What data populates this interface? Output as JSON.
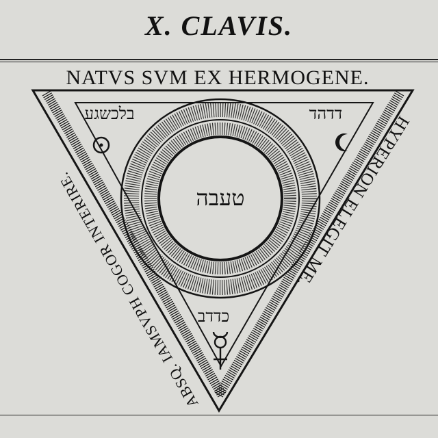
{
  "heading": "X. CLAVIS.",
  "top_motto": "NATVS SVM EX HERMOGENE.",
  "right_motto": "HYPERION ELEGIT ME.",
  "left_motto": "ABSQ. IAMSVPH COGOR INTERIRE.",
  "hebrew": {
    "top_left": "בלכשגע",
    "top_right": "דדהד",
    "center": "טעבה",
    "bottom": "כדדב"
  },
  "symbols": {
    "sun": "sun-symbol-icon",
    "moon": "crescent-moon-icon",
    "mercury": "mercury-symbol-icon"
  },
  "colors": {
    "ink": "#151515",
    "paper": "#dcdcd8"
  }
}
